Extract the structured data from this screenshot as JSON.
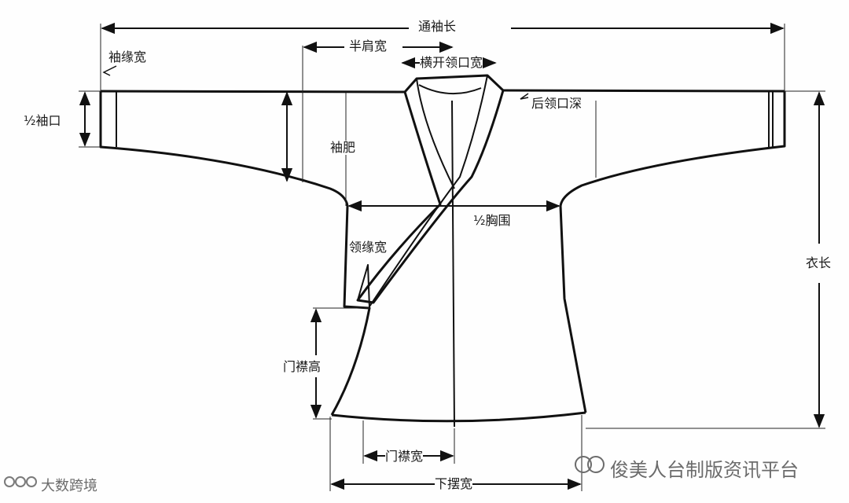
{
  "labels": {
    "sleeve_length": "通袖长",
    "half_shoulder": "半肩宽",
    "sleeve_border_width": "袖缘宽",
    "neck_width": "横开领口宽",
    "back_neck_depth": "后领口深",
    "half_cuff": "½袖口",
    "sleeve_width": "袖肥",
    "half_chest": "½胸围",
    "collar_border_width": "领缘宽",
    "garment_length": "衣长",
    "placket_height": "门襟高",
    "placket_width": "门襟宽",
    "hem_width": "下摆宽"
  },
  "watermarks": {
    "left": "大数跨境",
    "right": "俊美人台制版资讯平台"
  },
  "colors": {
    "line": "#111111",
    "text": "#1a1a1a",
    "watermark": "#6b6b6b"
  }
}
